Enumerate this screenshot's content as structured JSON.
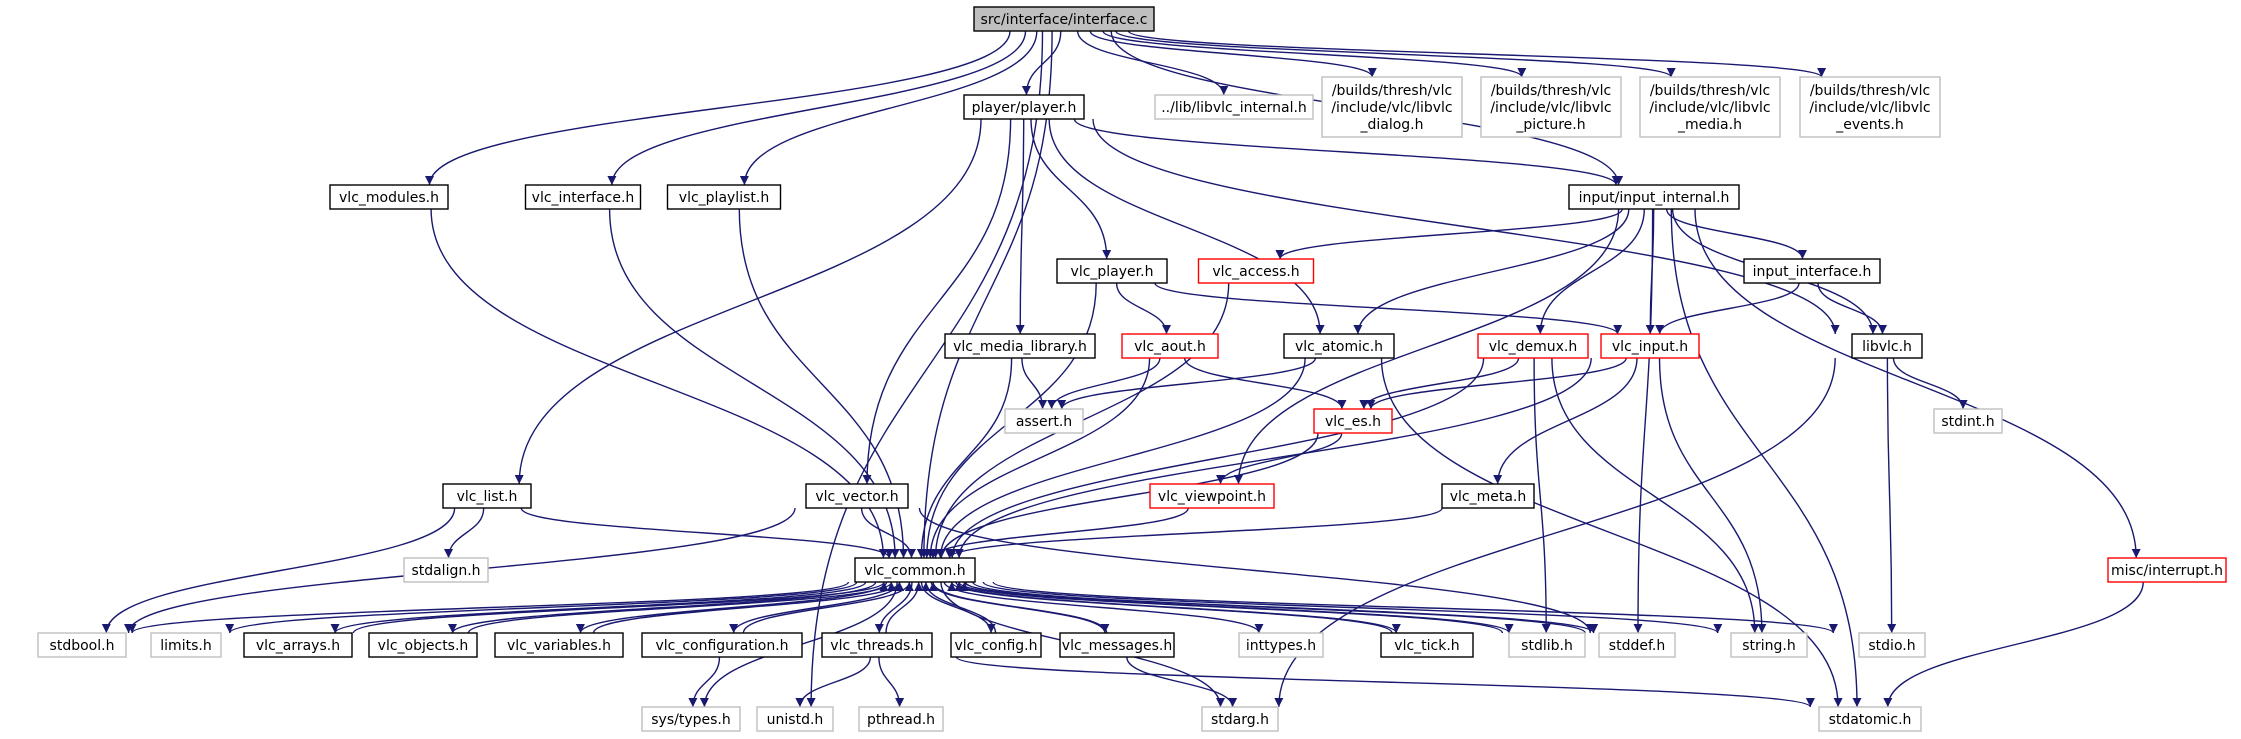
{
  "diagram": {
    "colors": {
      "edge": "#191970",
      "default_border": "#000000",
      "missing_border": "#bfbfbf",
      "truncated_border": "#ff0000",
      "root_fill": "#bfbfbf"
    },
    "nodes": [
      {
        "id": "root",
        "lines": [
          "src/interface/interface.c"
        ],
        "style": "root"
      },
      {
        "id": "player_h",
        "lines": [
          "player/player.h"
        ],
        "style": "normal"
      },
      {
        "id": "libvlc_internal",
        "lines": [
          "../lib/libvlc_internal.h"
        ],
        "style": "missing"
      },
      {
        "id": "libvlc_dialog",
        "lines": [
          "/builds/thresh/vlc",
          "/include/vlc/libvlc",
          "_dialog.h"
        ],
        "style": "missing"
      },
      {
        "id": "libvlc_picture",
        "lines": [
          "/builds/thresh/vlc",
          "/include/vlc/libvlc",
          "_picture.h"
        ],
        "style": "missing"
      },
      {
        "id": "libvlc_media",
        "lines": [
          "/builds/thresh/vlc",
          "/include/vlc/libvlc",
          "_media.h"
        ],
        "style": "missing"
      },
      {
        "id": "libvlc_events",
        "lines": [
          "/builds/thresh/vlc",
          "/include/vlc/libvlc",
          "_events.h"
        ],
        "style": "missing"
      },
      {
        "id": "vlc_modules",
        "lines": [
          "vlc_modules.h"
        ],
        "style": "normal"
      },
      {
        "id": "vlc_interface",
        "lines": [
          "vlc_interface.h"
        ],
        "style": "normal"
      },
      {
        "id": "vlc_playlist",
        "lines": [
          "vlc_playlist.h"
        ],
        "style": "normal"
      },
      {
        "id": "input_internal",
        "lines": [
          "input/input_internal.h"
        ],
        "style": "normal"
      },
      {
        "id": "vlc_player",
        "lines": [
          "vlc_player.h"
        ],
        "style": "normal"
      },
      {
        "id": "vlc_access",
        "lines": [
          "vlc_access.h"
        ],
        "style": "truncated"
      },
      {
        "id": "input_interface",
        "lines": [
          "input_interface.h"
        ],
        "style": "normal"
      },
      {
        "id": "vlc_media_library",
        "lines": [
          "vlc_media_library.h"
        ],
        "style": "normal"
      },
      {
        "id": "vlc_aout",
        "lines": [
          "vlc_aout.h"
        ],
        "style": "truncated"
      },
      {
        "id": "vlc_atomic",
        "lines": [
          "vlc_atomic.h"
        ],
        "style": "normal"
      },
      {
        "id": "vlc_demux",
        "lines": [
          "vlc_demux.h"
        ],
        "style": "truncated"
      },
      {
        "id": "vlc_input",
        "lines": [
          "vlc_input.h"
        ],
        "style": "truncated"
      },
      {
        "id": "libvlc_h",
        "lines": [
          "libvlc.h"
        ],
        "style": "normal"
      },
      {
        "id": "assert",
        "lines": [
          "assert.h"
        ],
        "style": "missing"
      },
      {
        "id": "vlc_es",
        "lines": [
          "vlc_es.h"
        ],
        "style": "truncated"
      },
      {
        "id": "stdint",
        "lines": [
          "stdint.h"
        ],
        "style": "missing"
      },
      {
        "id": "vlc_list",
        "lines": [
          "vlc_list.h"
        ],
        "style": "normal"
      },
      {
        "id": "vlc_vector",
        "lines": [
          "vlc_vector.h"
        ],
        "style": "normal"
      },
      {
        "id": "vlc_viewpoint",
        "lines": [
          "vlc_viewpoint.h"
        ],
        "style": "truncated"
      },
      {
        "id": "vlc_meta",
        "lines": [
          "vlc_meta.h"
        ],
        "style": "normal"
      },
      {
        "id": "stdalign",
        "lines": [
          "stdalign.h"
        ],
        "style": "missing"
      },
      {
        "id": "vlc_common",
        "lines": [
          "vlc_common.h"
        ],
        "style": "normal"
      },
      {
        "id": "misc_interrupt",
        "lines": [
          "misc/interrupt.h"
        ],
        "style": "truncated"
      },
      {
        "id": "stdbool",
        "lines": [
          "stdbool.h"
        ],
        "style": "missing"
      },
      {
        "id": "limits",
        "lines": [
          "limits.h"
        ],
        "style": "missing"
      },
      {
        "id": "vlc_arrays",
        "lines": [
          "vlc_arrays.h"
        ],
        "style": "normal"
      },
      {
        "id": "vlc_objects",
        "lines": [
          "vlc_objects.h"
        ],
        "style": "normal"
      },
      {
        "id": "vlc_variables",
        "lines": [
          "vlc_variables.h"
        ],
        "style": "normal"
      },
      {
        "id": "vlc_configuration",
        "lines": [
          "vlc_configuration.h"
        ],
        "style": "normal"
      },
      {
        "id": "vlc_threads",
        "lines": [
          "vlc_threads.h"
        ],
        "style": "normal"
      },
      {
        "id": "vlc_config",
        "lines": [
          "vlc_config.h"
        ],
        "style": "normal"
      },
      {
        "id": "vlc_messages",
        "lines": [
          "vlc_messages.h"
        ],
        "style": "normal"
      },
      {
        "id": "inttypes",
        "lines": [
          "inttypes.h"
        ],
        "style": "missing"
      },
      {
        "id": "vlc_tick",
        "lines": [
          "vlc_tick.h"
        ],
        "style": "normal"
      },
      {
        "id": "stdlib",
        "lines": [
          "stdlib.h"
        ],
        "style": "missing"
      },
      {
        "id": "stddef",
        "lines": [
          "stddef.h"
        ],
        "style": "missing"
      },
      {
        "id": "string",
        "lines": [
          "string.h"
        ],
        "style": "missing"
      },
      {
        "id": "stdio",
        "lines": [
          "stdio.h"
        ],
        "style": "missing"
      },
      {
        "id": "sys_types",
        "lines": [
          "sys/types.h"
        ],
        "style": "missing"
      },
      {
        "id": "unistd",
        "lines": [
          "unistd.h"
        ],
        "style": "missing"
      },
      {
        "id": "pthread",
        "lines": [
          "pthread.h"
        ],
        "style": "missing"
      },
      {
        "id": "stdarg",
        "lines": [
          "stdarg.h"
        ],
        "style": "missing"
      },
      {
        "id": "stdatomic",
        "lines": [
          "stdatomic.h"
        ],
        "style": "missing"
      }
    ],
    "edges": [
      [
        "root",
        "player_h"
      ],
      [
        "root",
        "libvlc_internal"
      ],
      [
        "root",
        "libvlc_dialog"
      ],
      [
        "root",
        "libvlc_picture"
      ],
      [
        "root",
        "libvlc_media"
      ],
      [
        "root",
        "libvlc_events"
      ],
      [
        "root",
        "vlc_modules"
      ],
      [
        "root",
        "vlc_interface"
      ],
      [
        "root",
        "vlc_playlist"
      ],
      [
        "root",
        "input_internal"
      ],
      [
        "root",
        "vlc_common"
      ],
      [
        "root",
        "unistd"
      ],
      [
        "player_h",
        "vlc_list"
      ],
      [
        "player_h",
        "vlc_vector"
      ],
      [
        "player_h",
        "vlc_media_library"
      ],
      [
        "player_h",
        "vlc_player"
      ],
      [
        "player_h",
        "vlc_atomic"
      ],
      [
        "player_h",
        "input_internal"
      ],
      [
        "player_h",
        "libvlc_h"
      ],
      [
        "vlc_modules",
        "vlc_common"
      ],
      [
        "vlc_interface",
        "vlc_common"
      ],
      [
        "vlc_playlist",
        "vlc_common"
      ],
      [
        "input_internal",
        "vlc_access"
      ],
      [
        "input_internal",
        "vlc_atomic"
      ],
      [
        "input_internal",
        "vlc_viewpoint"
      ],
      [
        "input_internal",
        "vlc_demux"
      ],
      [
        "input_internal",
        "vlc_input"
      ],
      [
        "input_internal",
        "input_interface"
      ],
      [
        "input_internal",
        "libvlc_h"
      ],
      [
        "input_internal",
        "stddef"
      ],
      [
        "input_internal",
        "stdatomic"
      ],
      [
        "input_internal",
        "misc_interrupt"
      ],
      [
        "vlc_player",
        "vlc_common"
      ],
      [
        "vlc_player",
        "vlc_aout"
      ],
      [
        "vlc_player",
        "vlc_input"
      ],
      [
        "vlc_access",
        "vlc_common"
      ],
      [
        "input_interface",
        "vlc_input"
      ],
      [
        "input_interface",
        "libvlc_h"
      ],
      [
        "vlc_media_library",
        "assert"
      ],
      [
        "vlc_media_library",
        "vlc_common"
      ],
      [
        "vlc_aout",
        "assert"
      ],
      [
        "vlc_aout",
        "vlc_es"
      ],
      [
        "vlc_aout",
        "vlc_common"
      ],
      [
        "vlc_atomic",
        "assert"
      ],
      [
        "vlc_atomic",
        "vlc_common"
      ],
      [
        "vlc_atomic",
        "stdatomic"
      ],
      [
        "vlc_demux",
        "vlc_es"
      ],
      [
        "vlc_demux",
        "vlc_common"
      ],
      [
        "vlc_demux",
        "stdlib"
      ],
      [
        "vlc_demux",
        "string"
      ],
      [
        "vlc_input",
        "vlc_es"
      ],
      [
        "vlc_input",
        "vlc_meta"
      ],
      [
        "vlc_input",
        "vlc_common"
      ],
      [
        "vlc_input",
        "string"
      ],
      [
        "libvlc_h",
        "stdint"
      ],
      [
        "libvlc_h",
        "stdio"
      ],
      [
        "libvlc_h",
        "stdarg"
      ],
      [
        "vlc_es",
        "vlc_viewpoint"
      ],
      [
        "vlc_es",
        "vlc_common"
      ],
      [
        "vlc_list",
        "stdalign"
      ],
      [
        "vlc_list",
        "stdbool"
      ],
      [
        "vlc_list",
        "vlc_common"
      ],
      [
        "vlc_vector",
        "stdbool"
      ],
      [
        "vlc_vector",
        "vlc_common"
      ],
      [
        "vlc_vector",
        "stddef"
      ],
      [
        "vlc_viewpoint",
        "vlc_common"
      ],
      [
        "vlc_meta",
        "vlc_common"
      ],
      [
        "misc_interrupt",
        "stdatomic"
      ],
      [
        "vlc_common",
        "stdbool"
      ],
      [
        "vlc_common",
        "limits"
      ],
      [
        "vlc_common",
        "vlc_arrays"
      ],
      [
        "vlc_common",
        "vlc_objects"
      ],
      [
        "vlc_common",
        "vlc_variables"
      ],
      [
        "vlc_common",
        "vlc_configuration"
      ],
      [
        "vlc_common",
        "vlc_threads"
      ],
      [
        "vlc_common",
        "vlc_config"
      ],
      [
        "vlc_common",
        "vlc_messages"
      ],
      [
        "vlc_common",
        "inttypes"
      ],
      [
        "vlc_common",
        "vlc_tick"
      ],
      [
        "vlc_common",
        "stdlib"
      ],
      [
        "vlc_common",
        "stddef"
      ],
      [
        "vlc_common",
        "string"
      ],
      [
        "vlc_common",
        "stdio"
      ],
      [
        "vlc_common",
        "stdarg"
      ],
      [
        "vlc_common",
        "sys_types"
      ],
      [
        "vlc_arrays",
        "vlc_common"
      ],
      [
        "vlc_objects",
        "vlc_common"
      ],
      [
        "vlc_variables",
        "vlc_common"
      ],
      [
        "vlc_configuration",
        "vlc_common"
      ],
      [
        "vlc_configuration",
        "sys_types"
      ],
      [
        "vlc_threads",
        "vlc_common"
      ],
      [
        "vlc_threads",
        "unistd"
      ],
      [
        "vlc_threads",
        "pthread"
      ],
      [
        "vlc_threads",
        "stdatomic"
      ],
      [
        "vlc_config",
        "vlc_common"
      ],
      [
        "vlc_messages",
        "vlc_common"
      ],
      [
        "vlc_messages",
        "stdarg"
      ],
      [
        "vlc_tick",
        "vlc_common"
      ],
      [
        "stdlib",
        "vlc_common"
      ],
      [
        "stddef",
        "vlc_common"
      ]
    ]
  }
}
